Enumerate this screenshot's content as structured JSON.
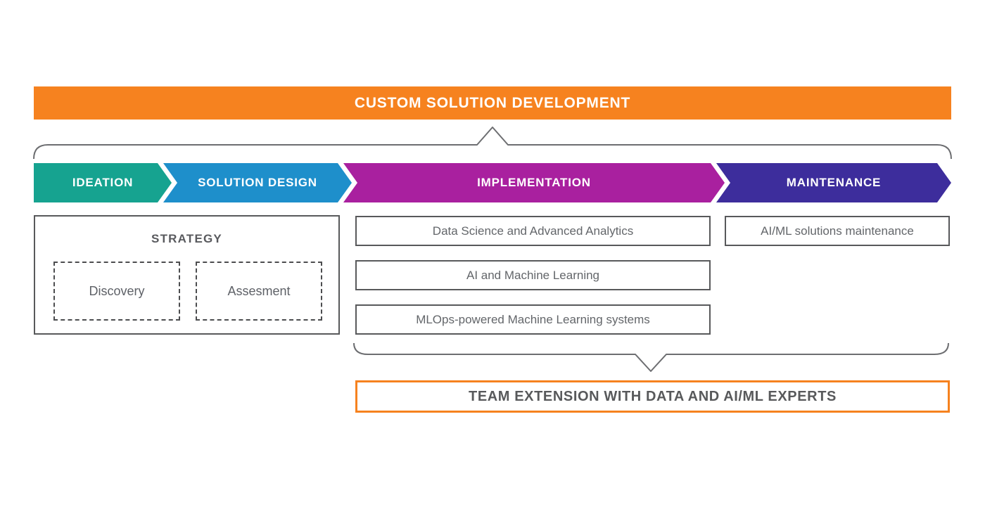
{
  "header": {
    "title": "CUSTOM SOLUTION DEVELOPMENT"
  },
  "pipeline": {
    "stages": [
      {
        "label": "IDEATION",
        "color": "#16A390"
      },
      {
        "label": "SOLUTION DESIGN",
        "color": "#1E8FCB"
      },
      {
        "label": "IMPLEMENTATION",
        "color": "#A9209F"
      },
      {
        "label": "MAINTENANCE",
        "color": "#3D2D9C"
      }
    ]
  },
  "strategy": {
    "title": "STRATEGY",
    "items": [
      {
        "label": "Discovery"
      },
      {
        "label": "Assesment"
      }
    ]
  },
  "implementation": {
    "items": [
      {
        "label": "Data Science and Advanced Analytics"
      },
      {
        "label": "AI and Machine Learning"
      },
      {
        "label": "MLOps-powered Machine Learning systems"
      }
    ]
  },
  "maintenance": {
    "items": [
      {
        "label": "AI/ML solutions maintenance"
      }
    ]
  },
  "footer": {
    "title": "TEAM EXTENSION WITH DATA AND AI/ML EXPERTS",
    "border_color": "#F6821F"
  },
  "colors": {
    "header_bg": "#F6821F",
    "box_border": "#58595B",
    "box_text": "#63666A",
    "brace_stroke": "#6D6E71",
    "background": "#FFFFFF"
  }
}
